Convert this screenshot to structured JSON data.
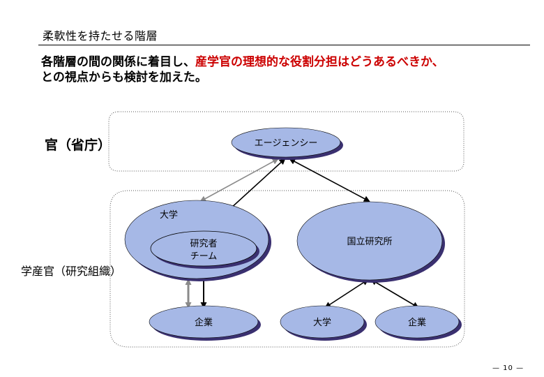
{
  "slide": {
    "title": "柔軟性を持たせる階層",
    "intro_line1_prefix": "各階層の間の関係に着目し、",
    "intro_line1_highlight": "産学官の理想的な役割分担はどうあるべきか、",
    "intro_line2": "との視点からも検討を加えた。",
    "page_number": "— 10 —"
  },
  "diagram": {
    "band_government_label": "官（省庁）",
    "band_research_label": "学産官（研究組織）",
    "nodes": {
      "agency": "エージェンシー",
      "university": "大学",
      "research_team_line1": "研究者",
      "research_team_line2": "チーム",
      "national_lab": "国立研究所",
      "company_left": "企業",
      "university_bottom": "大学",
      "company_right": "企業"
    },
    "colors": {
      "node_fill": "#a6b8e6",
      "node_shadow": "#3a3070",
      "highlight_text": "#cc0000",
      "gray_arrow": "#8a8a8a"
    }
  }
}
